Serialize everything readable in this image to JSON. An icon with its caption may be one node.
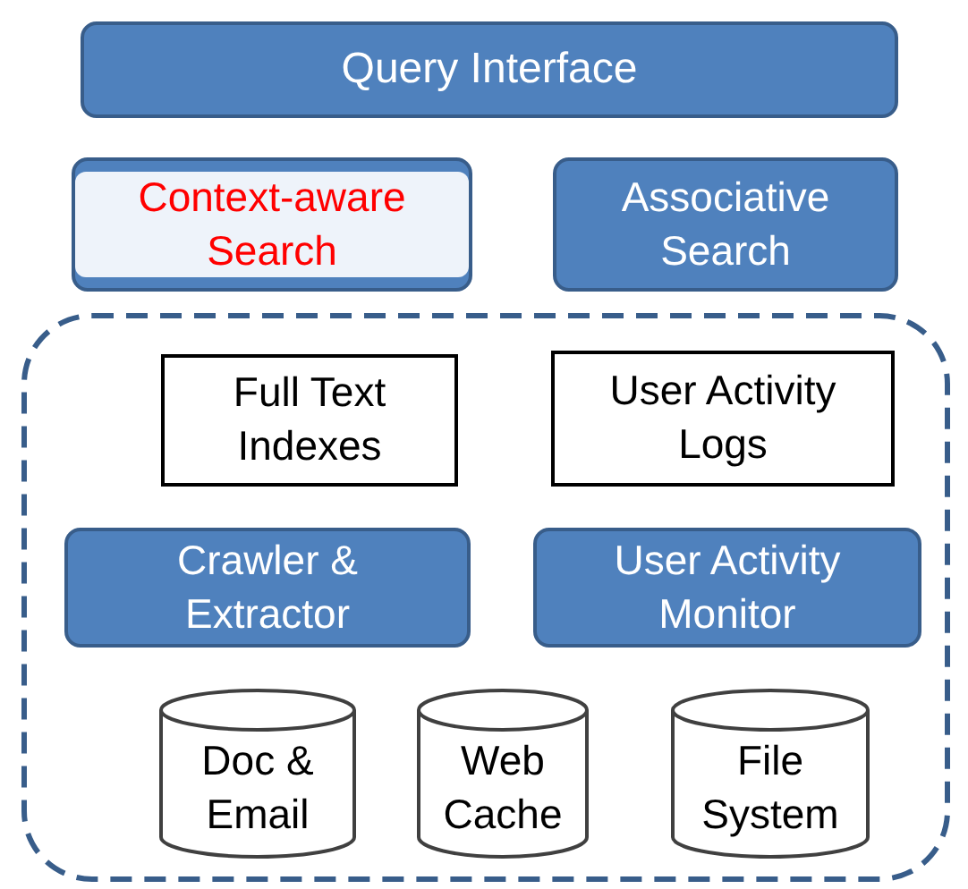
{
  "diagram": {
    "nodes": [
      {
        "text": [
          "Query Interface"
        ]
      },
      {
        "text": [
          "Context-aware Search"
        ]
      },
      {
        "text": [
          "Associative Search"
        ]
      },
      {
        "text": [],
        "shape": "box"
      },
      {
        "text": [
          "Full Text Indexes"
        ],
        "in": 3
      },
      {
        "text": [
          "User Activity Logs"
        ],
        "in": 3
      },
      {
        "text": [
          "Crawler & Extractor"
        ],
        "in": 3
      },
      {
        "text": [
          "User Activity Monitor"
        ],
        "in": 3
      },
      {
        "text": [
          "Doc & Email"
        ],
        "in": 3
      },
      {
        "text": [
          "Web Cache"
        ],
        "in": 3
      },
      {
        "text": [
          "File System"
        ],
        "in": 3
      }
    ]
  }
}
